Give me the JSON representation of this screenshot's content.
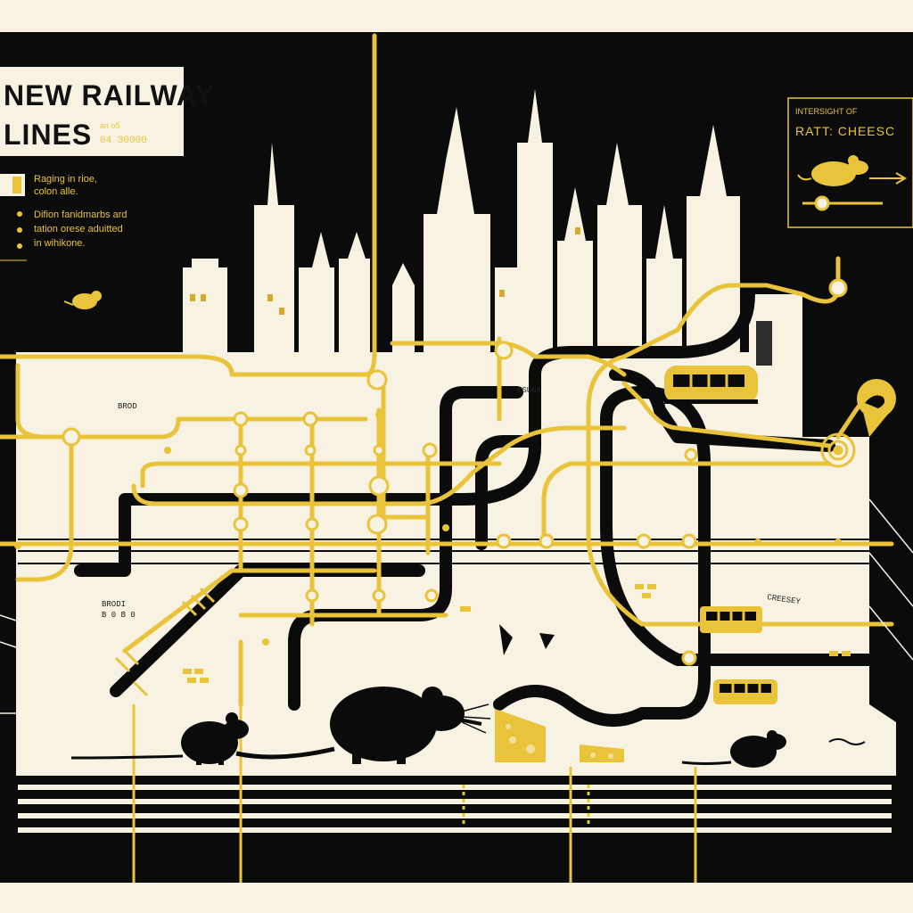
{
  "title": {
    "line1": "NEW RAILWAY",
    "line2": "LINES",
    "note_line1": "ап об",
    "note_line2": "04 30000"
  },
  "notes": [
    {
      "line1": "Raging in rioe,",
      "line2": "colon alle."
    },
    {
      "line1": "Difion fanidmarbs ard",
      "line2": "tation orese aduitted",
      "line3": "in wihikone."
    }
  ],
  "legend": {
    "subtitle": "INTERSIGHT OF",
    "title": "RATT: CHEESC"
  },
  "district_labels": {
    "west": "BROD",
    "center": "ESUNA",
    "south_west": "BRODI",
    "south_west_2": "B 0 B 0",
    "east": "CREESEY"
  },
  "colors": {
    "background": "#f7f2e2",
    "ink": "#0b0b0b",
    "gold": "#e9c43a",
    "cream": "#f7f2e2"
  },
  "icons": [
    "rat-icon",
    "cheese-icon",
    "tram-icon",
    "station-icon"
  ]
}
